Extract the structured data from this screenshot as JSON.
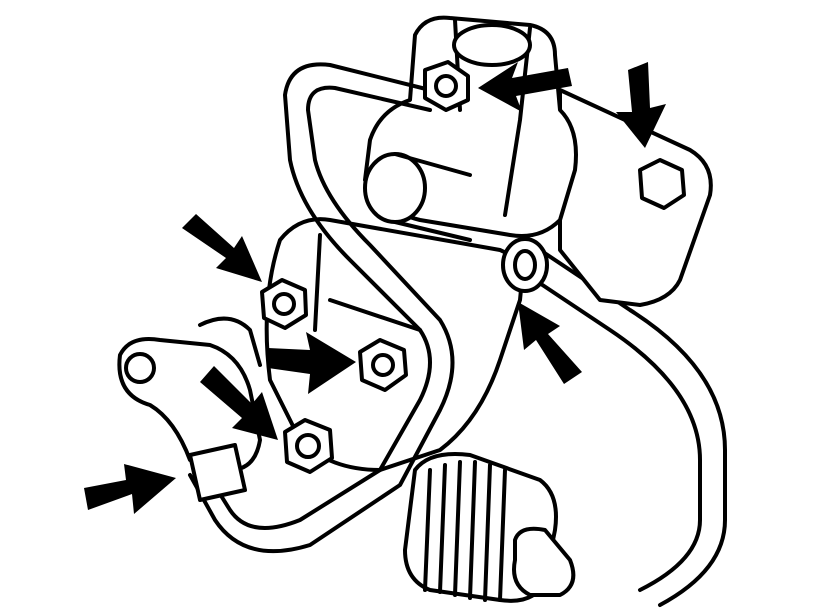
{
  "diagram": {
    "background": "#ffffff",
    "ink": "#000000",
    "callout_arrows": [
      {
        "name": "arrow-top-center",
        "points_to": "bolt-top-left"
      },
      {
        "name": "arrow-top-right",
        "points_to": "bolt-right"
      },
      {
        "name": "arrow-left-upper",
        "points_to": "bolt-center-left"
      },
      {
        "name": "arrow-center",
        "points_to": "bolt-center"
      },
      {
        "name": "arrow-center-lower",
        "points_to": "bolt-lower"
      },
      {
        "name": "arrow-lower-right",
        "points_to": "pipe-union-right"
      },
      {
        "name": "arrow-bottom-left",
        "points_to": "pipe-union-left"
      }
    ]
  }
}
